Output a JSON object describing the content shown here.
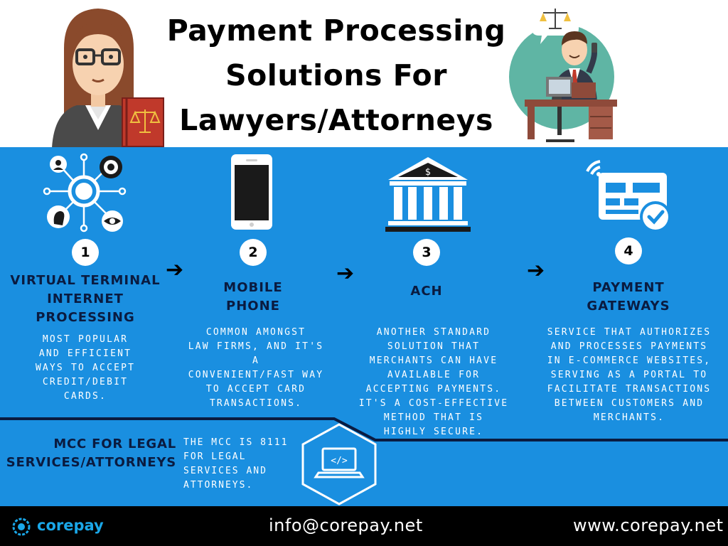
{
  "title": {
    "line1": "Payment Processing",
    "line2": "Solutions For",
    "line3": "Lawyers/Attorneys"
  },
  "steps": [
    {
      "number": "1",
      "heading": "VIRTUAL TERMINAL\nINTERNET\nPROCESSING",
      "description": "MOST POPULAR\nAND EFFICIENT\nWAYS TO ACCEPT\nCREDIT/DEBIT\nCARDS."
    },
    {
      "number": "2",
      "heading": "MOBILE\nPHONE",
      "description": "COMMON AMONGST\nLAW FIRMS, AND IT'S A\nCONVENIENT/FAST WAY\nTO ACCEPT CARD\nTRANSACTIONS."
    },
    {
      "number": "3",
      "heading": "ACH",
      "description": "ANOTHER STANDARD\nSOLUTION THAT\nMERCHANTS CAN HAVE\nAVAILABLE FOR\nACCEPTING PAYMENTS.\nIT'S A COST-EFFECTIVE\nMETHOD THAT IS\nHIGHLY SECURE."
    },
    {
      "number": "4",
      "heading": "PAYMENT\nGATEWAYS",
      "description": "SERVICE THAT AUTHORIZES\nAND PROCESSES PAYMENTS\nIN E-COMMERCE WEBSITES,\nSERVING AS A PORTAL TO\nFACILITATE TRANSACTIONS\nBETWEEN CUSTOMERS AND\nMERCHANTS."
    }
  ],
  "arrow_glyph": "➔",
  "dollar_sign": "$",
  "mcc": {
    "heading": "MCC FOR LEGAL\nSERVICES/ATTORNEYS",
    "description": "THE MCC IS 8111\nFOR LEGAL\nSERVICES AND\nATTORNEYS.",
    "code_symbol": "</>"
  },
  "footer": {
    "logo_text": "corepay",
    "email": "info@corepay.net",
    "website": "www.corepay.net"
  },
  "colors": {
    "background_blue": "#1a8fe0",
    "heading_navy": "#0a1b40",
    "footer_black": "#000000",
    "logo_blue": "#1aa7e8"
  },
  "icons": [
    "lawyer-woman-icon",
    "law-book-icon",
    "businessman-desk-icon",
    "network-gear-icon",
    "smartphone-icon",
    "bank-building-icon",
    "payment-card-check-icon",
    "code-laptop-icon",
    "corepay-logo-icon"
  ]
}
